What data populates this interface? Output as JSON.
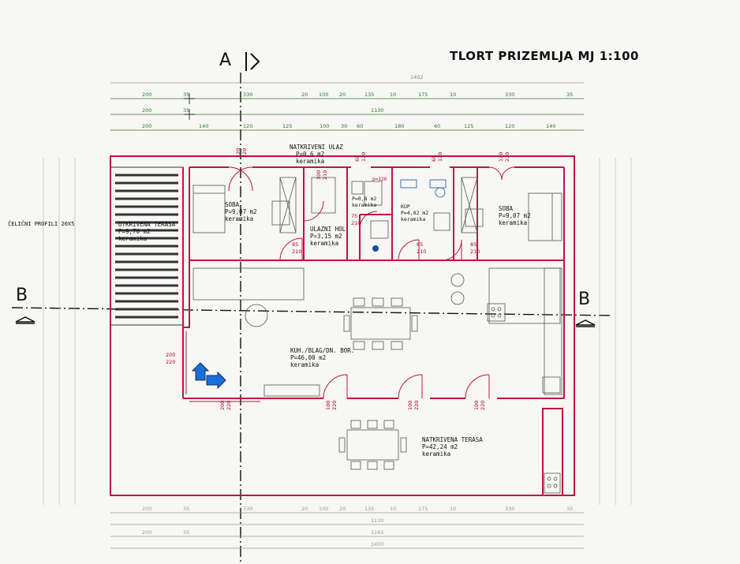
{
  "title": "TLORT PRIZEMLJA MJ 1:100",
  "section_markers": {
    "a": "A",
    "b_left": "B",
    "b_right": "B"
  },
  "profile_note": "ČELIČNI PROFILI 20X5",
  "dimension_rows_top": [
    {
      "values": [
        "200",
        "35",
        "330",
        "20",
        "100",
        "20",
        "135",
        "10",
        "175",
        "10",
        "330",
        "35"
      ],
      "total": "1402"
    },
    {
      "values": [
        "200",
        "35"
      ],
      "total": "1130"
    },
    {
      "values": [
        "200",
        "140",
        "120",
        "125",
        "100",
        "30",
        "60",
        "180",
        "60",
        "125",
        "120",
        "140"
      ],
      "total": ""
    }
  ],
  "dimension_rows_bottom": [
    {
      "values": [
        "200",
        "35",
        "330",
        "20",
        "100",
        "20",
        "135",
        "10",
        "175",
        "10",
        "330",
        "35"
      ],
      "total": "1130"
    },
    {
      "values": [
        "200",
        "35"
      ],
      "total": "1165"
    },
    {
      "values": [],
      "total": "1400"
    }
  ],
  "rooms": [
    {
      "name": "SOBA",
      "area": "P=9,07 m2",
      "finish": "keramika"
    },
    {
      "name": "OTKRIVENA TERASA",
      "area": "P=9,70 m2",
      "finish": "keramika"
    },
    {
      "name": "NATKRIVENI ULAZ",
      "area": "P=0,6 m2",
      "finish": "keramika"
    },
    {
      "name": "ULAZNI HOL",
      "area": "P=3,15 m2",
      "finish": "keramika"
    },
    {
      "name": "",
      "area": "P=0,8 m2",
      "finish": "keramika"
    },
    {
      "name": "KUP",
      "area": "P=4,82 m2",
      "finish": "keramika"
    },
    {
      "name": "SOBA",
      "area": "P=9,07 m2",
      "finish": "keramika"
    },
    {
      "name": "KUH./BLAG/DN. BOR.",
      "area": "P=46,00 m2",
      "finish": "keramika"
    },
    {
      "name": "NATKRIVENA TERASA",
      "area": "P=42,24 m2",
      "finish": "keramika"
    }
  ],
  "openings": [
    {
      "w": "120",
      "h": "220"
    },
    {
      "w": "60",
      "h": "120"
    },
    {
      "w": "60",
      "h": "120"
    },
    {
      "w": "120",
      "h": "220"
    },
    {
      "w": "100",
      "h": "210"
    },
    {
      "w": "75",
      "h": "210"
    },
    {
      "w": "85",
      "h": "210"
    },
    {
      "w": "85",
      "h": "210"
    },
    {
      "w": "85",
      "h": "210"
    },
    {
      "w": "200",
      "h": "220"
    },
    {
      "w": "200",
      "h": "220"
    },
    {
      "w": "100",
      "h": "220"
    },
    {
      "w": "100",
      "h": "220"
    },
    {
      "w": "100",
      "h": "220"
    }
  ],
  "parapet": "p=120",
  "colors": {
    "wall": "#c4123c",
    "dimension": "#2a7a2a",
    "furniture": "#555555",
    "background": "#f7f7f5",
    "arrow": "#1a6fd6"
  }
}
